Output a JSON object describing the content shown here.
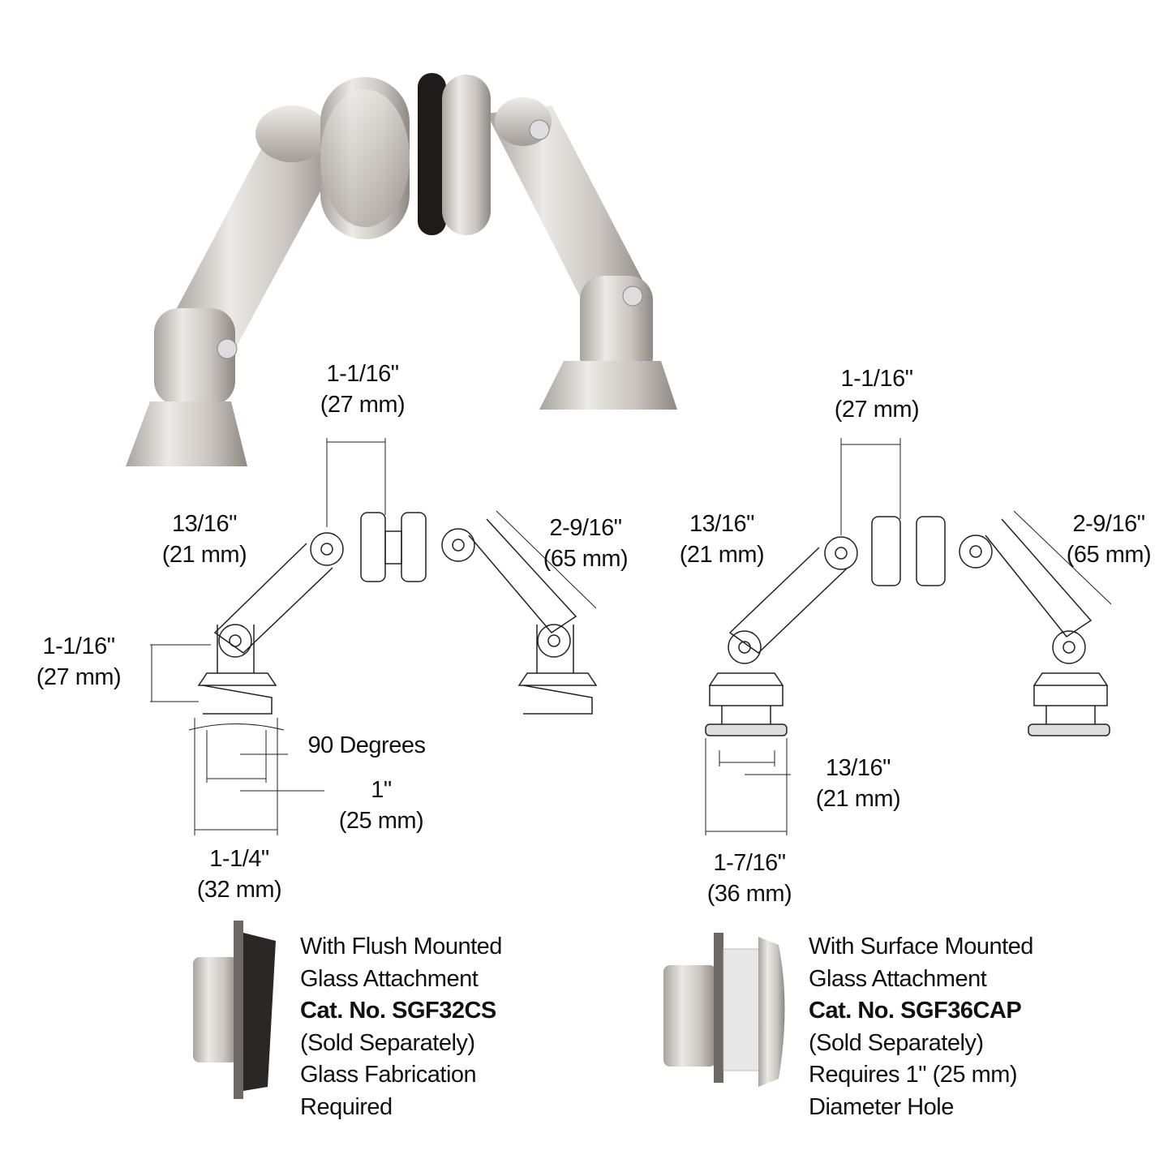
{
  "left_diagram": {
    "top_width": {
      "inch": "1-1/16\"",
      "mm": "(27 mm)"
    },
    "arm_diameter": {
      "inch": "13/16\"",
      "mm": "(21 mm)"
    },
    "arm_length": {
      "inch": "2-9/16\"",
      "mm": "(65 mm)"
    },
    "base_height": {
      "inch": "1-1/16\"",
      "mm": "(27 mm)"
    },
    "angle": "90 Degrees",
    "hole": {
      "inch": "1\"",
      "mm": "(25 mm)"
    },
    "base_width": {
      "inch": "1-1/4\"",
      "mm": "(32 mm)"
    }
  },
  "right_diagram": {
    "top_width": {
      "inch": "1-1/16\"",
      "mm": "(27 mm)"
    },
    "arm_diameter": {
      "inch": "13/16\"",
      "mm": "(21 mm)"
    },
    "arm_length": {
      "inch": "2-9/16\"",
      "mm": "(65 mm)"
    },
    "hole": {
      "inch": "13/16\"",
      "mm": "(21 mm)"
    },
    "base_width": {
      "inch": "1-7/16\"",
      "mm": "(36 mm)"
    }
  },
  "flush_attachment": {
    "lines": [
      "With Flush Mounted",
      "Glass Attachment"
    ],
    "cat_no": "Cat. No. SGF32CS",
    "more": [
      "(Sold Separately)",
      "Glass Fabrication",
      "Required"
    ]
  },
  "surface_attachment": {
    "lines": [
      "With Surface Mounted",
      "Glass Attachment"
    ],
    "cat_no": "Cat. No. SGF36CAP",
    "more": [
      "(Sold Separately)",
      "Requires 1\" (25 mm)",
      "Diameter Hole"
    ]
  }
}
